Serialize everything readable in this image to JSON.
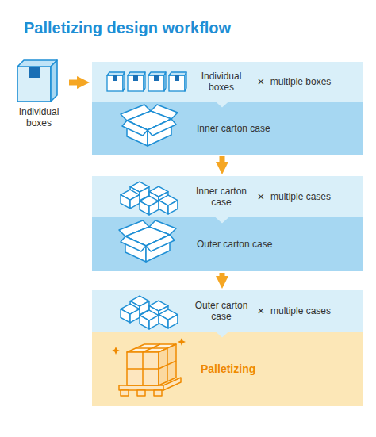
{
  "diagram": {
    "title": "Palletizing design workflow",
    "nodes": [
      {
        "text": [
          "Individual boxes"
        ]
      },
      {
        "text": [
          "Individual boxes",
          "×",
          "multiple boxes"
        ]
      },
      {
        "text": [
          "Inner carton case"
        ]
      },
      {
        "text": [
          "Inner carton case",
          "×",
          "multiple cases"
        ]
      },
      {
        "text": [
          "Outer carton case"
        ]
      },
      {
        "text": [
          "Outer carton case",
          "×",
          "multiple cases"
        ]
      },
      {
        "text": [
          "Palletizing"
        ]
      }
    ],
    "edges": [
      {
        "from": 0,
        "to": 1,
        "arrow": "to"
      },
      {
        "from": 2,
        "to": 3,
        "arrow": "to"
      },
      {
        "from": 4,
        "to": 5,
        "arrow": "to"
      }
    ]
  }
}
